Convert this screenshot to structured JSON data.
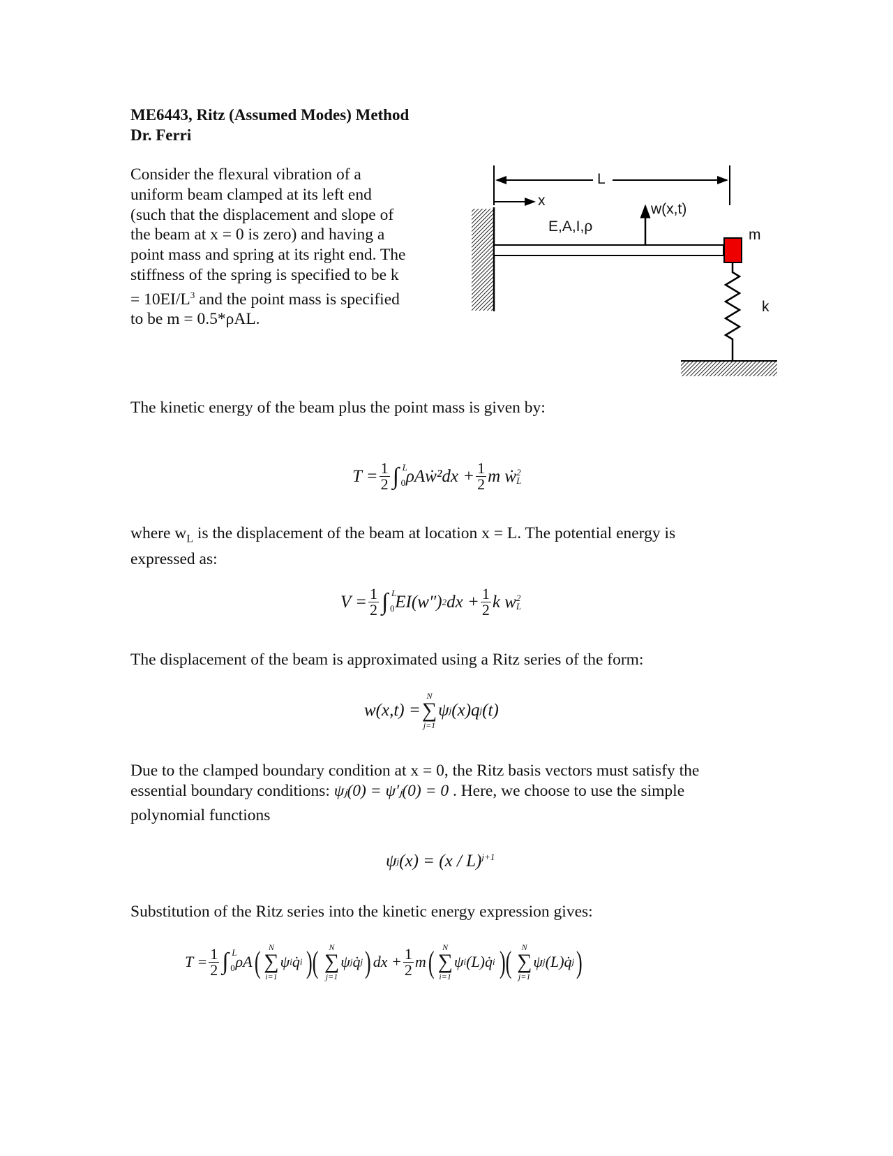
{
  "header": {
    "title": "ME6443, Ritz (Assumed Modes) Method",
    "author": "Dr. Ferri"
  },
  "intro": {
    "lines": [
      "Consider the flexural vibration of a",
      "uniform beam clamped at its left end",
      "(such that the displacement and slope of",
      "the beam at x = 0 is zero) and having a",
      "point mass and spring at its right end. The",
      "stiffness of the spring is specified to be k",
      "= 10EI/L",
      "3",
      " and the point mass is specified",
      "to be m = 0.5*ρAL."
    ]
  },
  "diagram": {
    "length_label": "L",
    "x_label": "x",
    "props_label": "E,A,I,ρ",
    "w_label": "w(x,t)",
    "mass_label": "m",
    "spring_label": "k",
    "mass_color": "#ee0000"
  },
  "text": {
    "kinetic_intro": "The kinetic energy of the beam plus the point mass is given by:",
    "where_1a": "where w",
    "where_1sub": "L",
    "where_1b": " is the displacement of the beam at location x = L.  The potential energy is",
    "where_2": "expressed as:",
    "ritz_intro": "The displacement of the beam is approximated using a Ritz series of the form:",
    "due_1": "Due to the clamped boundary condition at x = 0, the Ritz basis vectors must satisfy the",
    "due_2a": "essential boundary conditions: ",
    "due_2eq": "ψⱼ(0) = ψ′ⱼ(0) = 0",
    "due_2b": " .  Here, we choose to use the simple",
    "due_3": "polynomial functions",
    "subst": "Substitution of the Ritz series into the kinetic energy expression gives:"
  },
  "equations": {
    "T": {
      "lhs": "T =",
      "half": [
        "1",
        "2"
      ],
      "upper": "L",
      "lower": "0",
      "integrand": "ρAẇ²dx +",
      "m_term": "m ẇ",
      "sub": "L",
      "sup": "2"
    },
    "V": {
      "lhs": "V =",
      "half": [
        "1",
        "2"
      ],
      "upper": "L",
      "lower": "0",
      "integrand": "EI",
      "paren": "(w″)",
      "sq": "2",
      "dx": " dx +",
      "k_term": "k w",
      "sub": "L",
      "sup": "2"
    },
    "W": {
      "lhs": "w(x,t) =",
      "N": "N",
      "j": "j=1",
      "rhs": "ψ",
      "j_sub": "j",
      "rest": "(x)q",
      "rest_sub": "j",
      "t": "(t)"
    },
    "PSI": {
      "lhs": "ψ",
      "sub": "j",
      "mid": "(x) = (x / L)",
      "sup": "j+1"
    },
    "T2": {
      "lhs": "T =",
      "half": [
        "1",
        "2"
      ],
      "upper": "L",
      "lower": "0",
      "rhoA": "ρA",
      "N": "N",
      "i": "i=1",
      "j": "j=1",
      "s1": "ψ",
      "s1sub": "i",
      "s1q": "q̇",
      "s1qsub": "i",
      "s2": "ψ",
      "s2sub": "j",
      "s2q": "q̇",
      "s2qsub": "j",
      "dx": "dx +",
      "m": "m",
      "s3": "ψ",
      "s3sub": "i",
      "s3mid": "(L)q̇",
      "s3qsub": "i",
      "s4": "ψ",
      "s4sub": "j",
      "s4mid": "(L)q̇",
      "s4qsub": "j"
    }
  }
}
